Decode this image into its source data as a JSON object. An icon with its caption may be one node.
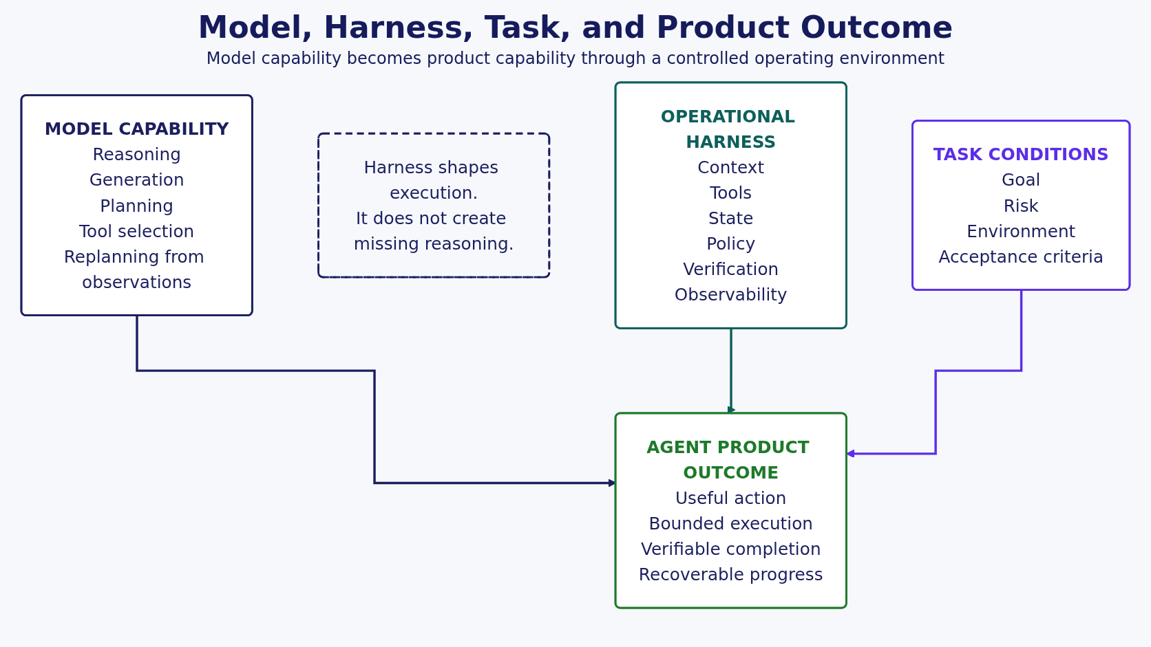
{
  "diagram": {
    "title": "Model, Harness, Task, and Product Outcome",
    "caption": "Model capability becomes product capability through a controlled operating environment",
    "nodes": [
      {
        "text": [
          "MODEL CAPABILITY",
          "Reasoning",
          "Generation",
          "Planning",
          "Tool selection",
          "Replanning from observations"
        ]
      },
      {
        "text": [
          "Harness shapes execution.",
          "It does not create missing reasoning."
        ]
      },
      {
        "text": [
          "OPERATIONAL HARNESS",
          "Context",
          "Tools",
          "State",
          "Policy",
          "Verification",
          "Observability"
        ]
      },
      {
        "text": [
          "TASK CONDITIONS",
          "Goal",
          "Risk",
          "Environment",
          "Acceptance criteria"
        ]
      },
      {
        "text": [
          "AGENT PRODUCT OUTCOME",
          "Useful action",
          "Bounded execution",
          "Verifiable completion",
          "Recoverable progress"
        ]
      }
    ],
    "edges": [
      {
        "from": 0,
        "to": 4,
        "arrow": "to",
        "color": "#1b1f5e"
      },
      {
        "from": 2,
        "to": 4,
        "arrow": "to",
        "color": "#0d5f5a"
      },
      {
        "from": 3,
        "to": 4,
        "arrow": "to",
        "color": "#5b2ee6"
      }
    ]
  }
}
